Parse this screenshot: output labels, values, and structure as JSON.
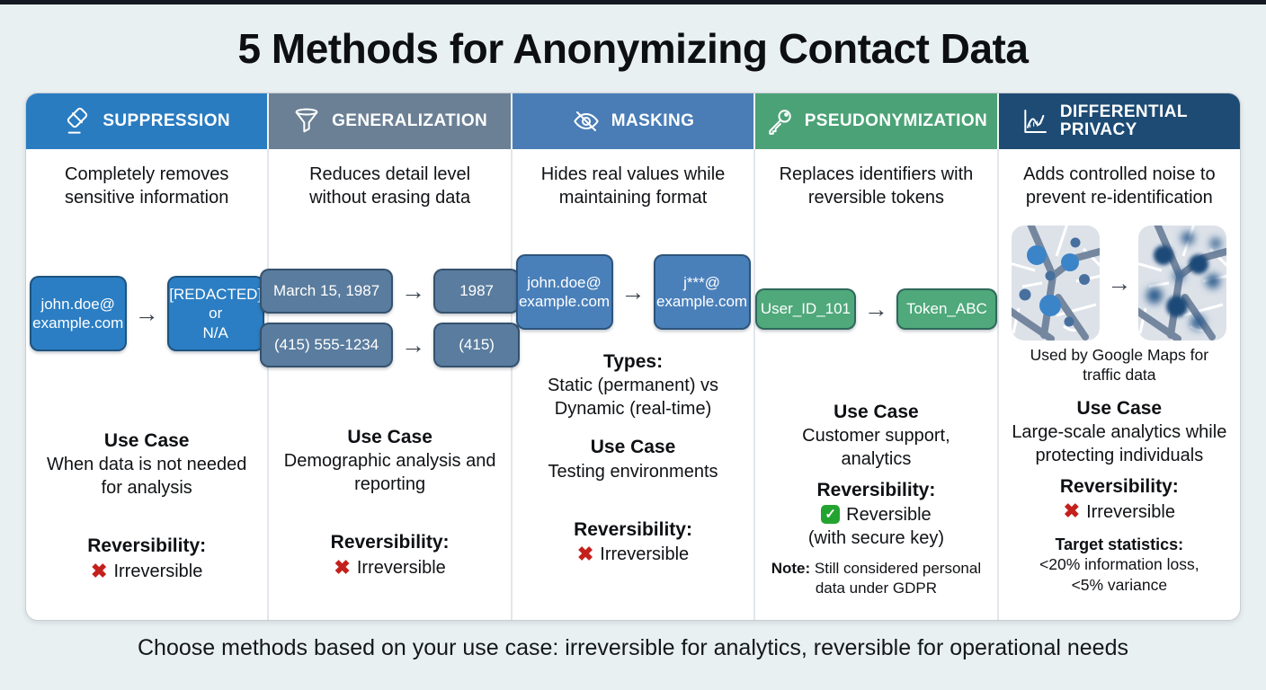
{
  "title": "5 Methods for Anonymizing Contact Data",
  "footer": "Choose methods based on your use case: irreversible for analytics, reversible for operational needs",
  "glyphs": {
    "arrow": "→",
    "cross": "✖",
    "check": "✓"
  },
  "columns": [
    {
      "name": "SUPPRESSION",
      "icon": "eraser-icon",
      "header_color": "#2a7cc1",
      "box_color": "#2b7ec3",
      "description": "Completely removes sensitive information",
      "examples": [
        {
          "from": "john.doe@\nexample.com",
          "to": "[REDACTED]\nor\nN/A"
        }
      ],
      "use_case_label": "Use Case",
      "use_case": "When data is not needed for analysis",
      "reversibility_label": "Reversibility:",
      "reversibility": "Irreversible"
    },
    {
      "name": "GENERALIZATION",
      "icon": "funnel-icon",
      "header_color": "#6b8095",
      "box_color": "#5a7c9e",
      "description": "Reduces detail level without erasing data",
      "examples": [
        {
          "from": "March 15, 1987",
          "to": "1987"
        },
        {
          "from": "(415) 555-1234",
          "to": "(415)"
        }
      ],
      "use_case_label": "Use Case",
      "use_case": "Demographic analysis and reporting",
      "reversibility_label": "Reversibility:",
      "reversibility": "Irreversible"
    },
    {
      "name": "MASKING",
      "icon": "eye-off-icon",
      "header_color": "#4a7db6",
      "box_color": "#4a80ba",
      "description": "Hides real values while maintaining format",
      "examples": [
        {
          "from": "john.doe@\nexample.com",
          "to": "j***@\nexample.com"
        }
      ],
      "types_label": "Types:",
      "types_text": "Static (permanent) vs\nDynamic (real-time)",
      "use_case_label": "Use Case",
      "use_case": "Testing environments",
      "reversibility_label": "Reversibility:",
      "reversibility": "Irreversible"
    },
    {
      "name": "PSEUDONYMIZATION",
      "icon": "key-icon",
      "header_color": "#4ca277",
      "box_color": "#4fa97b",
      "description": "Replaces identifiers with reversible tokens",
      "examples": [
        {
          "from": "User_ID_101",
          "to": "Token_ABC"
        }
      ],
      "use_case_label": "Use Case",
      "use_case": "Customer support,\nanalytics",
      "reversibility_label": "Reversibility:",
      "reversibility": "Reversible",
      "reversibility_detail": "(with secure key)",
      "note_label": "Note:",
      "note_text": " Still considered personal data under GDPR"
    },
    {
      "name": "DIFFERENTIAL PRIVACY",
      "icon": "noise-chart-icon",
      "header_color": "#1d4b74",
      "description": "Adds controlled noise to prevent re-identification",
      "map_caption": "Used by Google Maps for traffic data",
      "use_case_label": "Use Case",
      "use_case": "Large-scale analytics while protecting individuals",
      "reversibility_label": "Reversibility:",
      "reversibility": "Irreversible",
      "target_label": "Target statistics:",
      "target_text": "<20% information loss,\n<5% variance"
    }
  ]
}
